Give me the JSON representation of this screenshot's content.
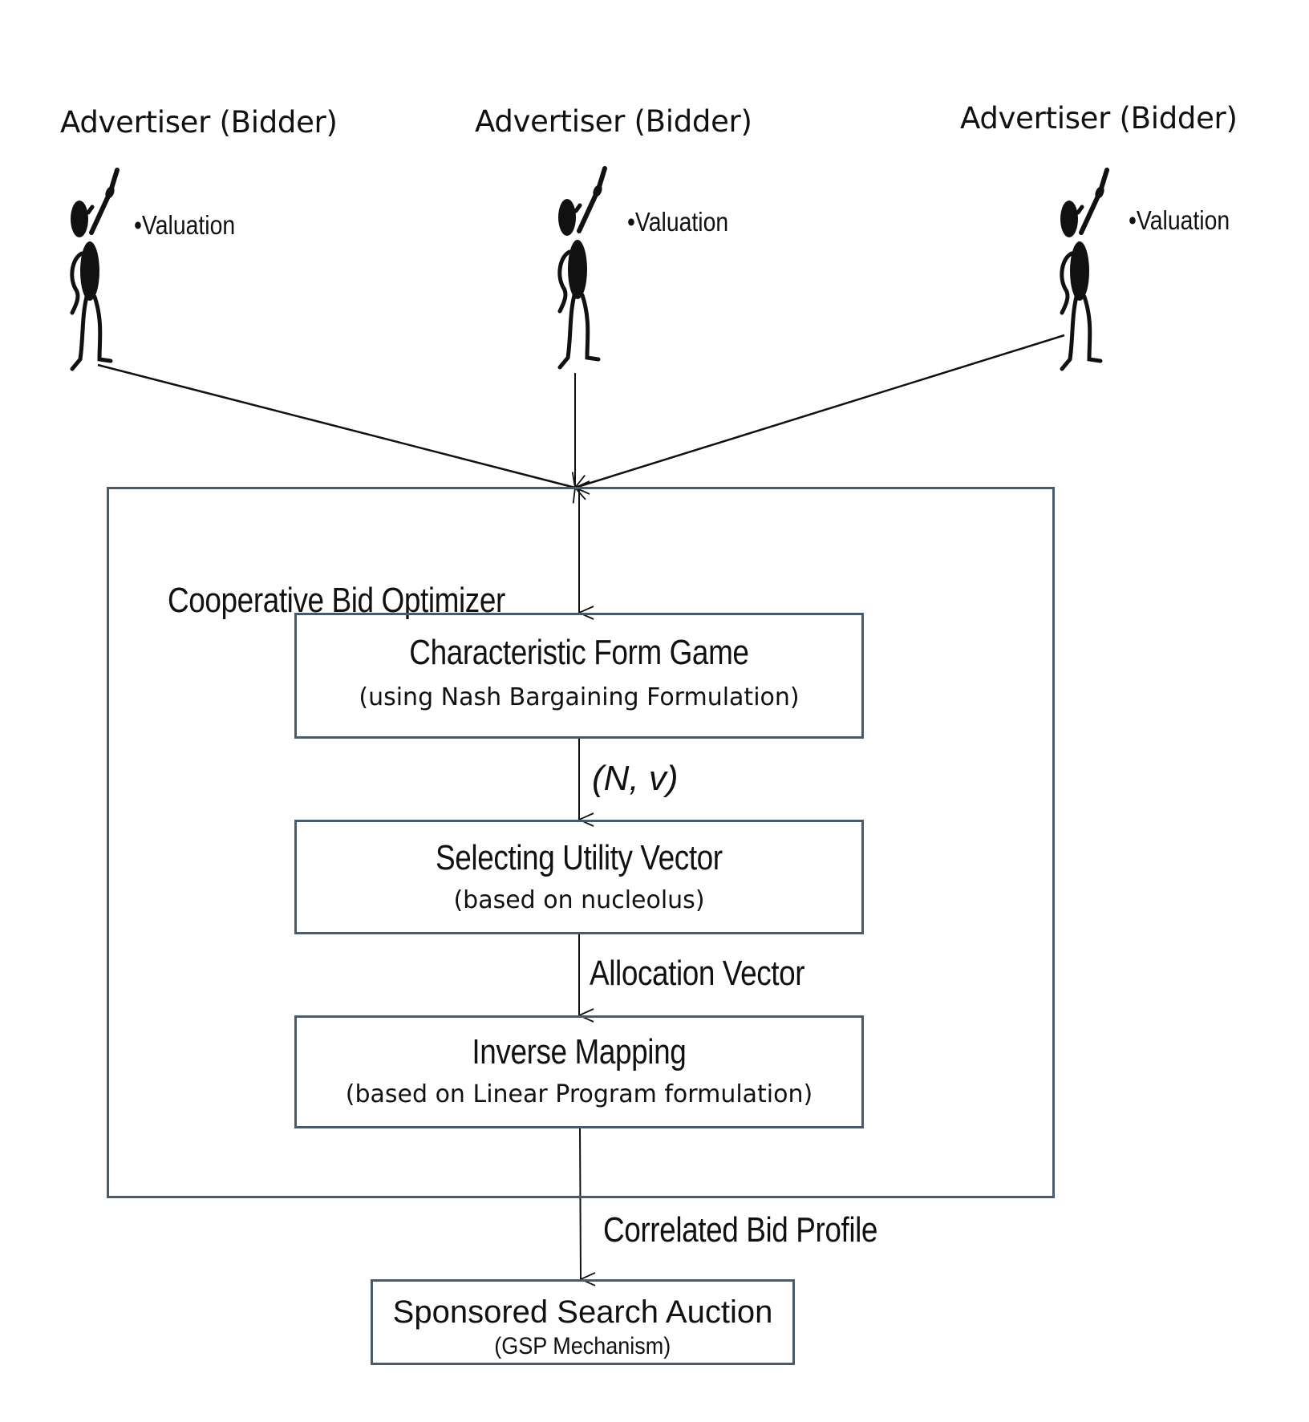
{
  "advertisers": [
    {
      "title": "Advertiser (Bidder)",
      "attribute": "•Valuation"
    },
    {
      "title": "Advertiser (Bidder)",
      "attribute": "•Valuation"
    },
    {
      "title": "Advertiser (Bidder)",
      "attribute": "•Valuation"
    }
  ],
  "optimizer": {
    "title": "Cooperative Bid Optimizer",
    "stages": [
      {
        "title": "Characteristic Form Game",
        "subtitle": "(using Nash Bargaining Formulation)"
      },
      {
        "title": "Selecting Utility Vector",
        "subtitle": "(based on nucleolus)"
      },
      {
        "title": "Inverse Mapping",
        "subtitle": "(based on Linear Program formulation)"
      }
    ],
    "edge_labels": {
      "stage1_to_stage2": "(N, v)",
      "stage2_to_stage3": "Allocation Vector"
    }
  },
  "output_edge_label": "Correlated Bid Profile",
  "auction": {
    "title": "Sponsored Search Auction",
    "subtitle": "(GSP Mechanism)"
  },
  "colors": {
    "box_border": "#4b5a68",
    "line": "#111111"
  }
}
